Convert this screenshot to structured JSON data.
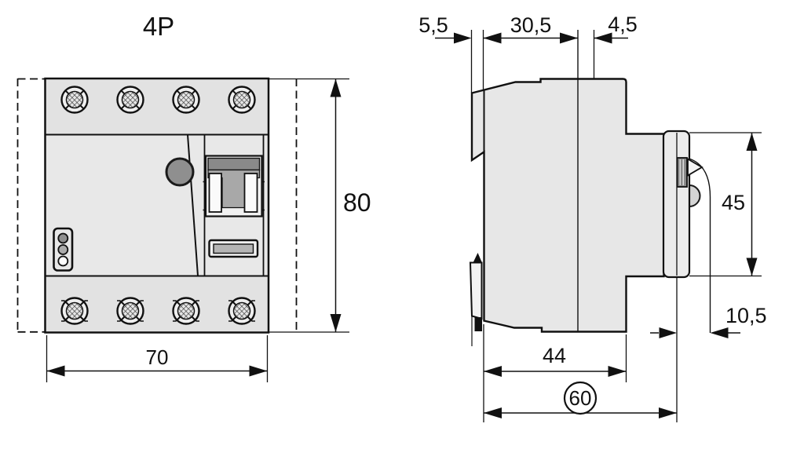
{
  "drawing": {
    "type": "technical-dimension-drawing",
    "units_implied": "mm",
    "background": "#ffffff",
    "line_color": "#111111",
    "body_fill": "#e8e8e8",
    "strip_fill": "#e2e2e2",
    "side_body_fill": "#e7e7e7",
    "dark_gray": "#8a8a8a",
    "mid_gray": "#a8a8a8",
    "button_gray": "#8f8f8f",
    "bar_gray": "#b5b5b5"
  },
  "front_view": {
    "title": "4P",
    "features": [
      "screw-terminals-top x4",
      "screw-terminals-bottom x4",
      "indicator-window-3-dots",
      "round-test-point",
      "rocker-switch",
      "test-button-slot"
    ],
    "dimensions": {
      "width": {
        "value": "70"
      },
      "height": {
        "value": "80"
      }
    }
  },
  "side_view": {
    "features": [
      "din-rail-claw-top",
      "din-rail-clip-bottom",
      "toggle-lever",
      "lever-swing-arc",
      "front-panel-strip"
    ],
    "dimensions": {
      "rail_offset": {
        "value": "5,5"
      },
      "upper_depth": {
        "value": "30,5"
      },
      "handle_recess": {
        "value": "4,5"
      },
      "front_height": {
        "value": "45"
      },
      "handle_protrusion": {
        "value": "10,5"
      },
      "base_depth": {
        "value": "44"
      },
      "overall_depth": {
        "value": "60"
      }
    }
  }
}
